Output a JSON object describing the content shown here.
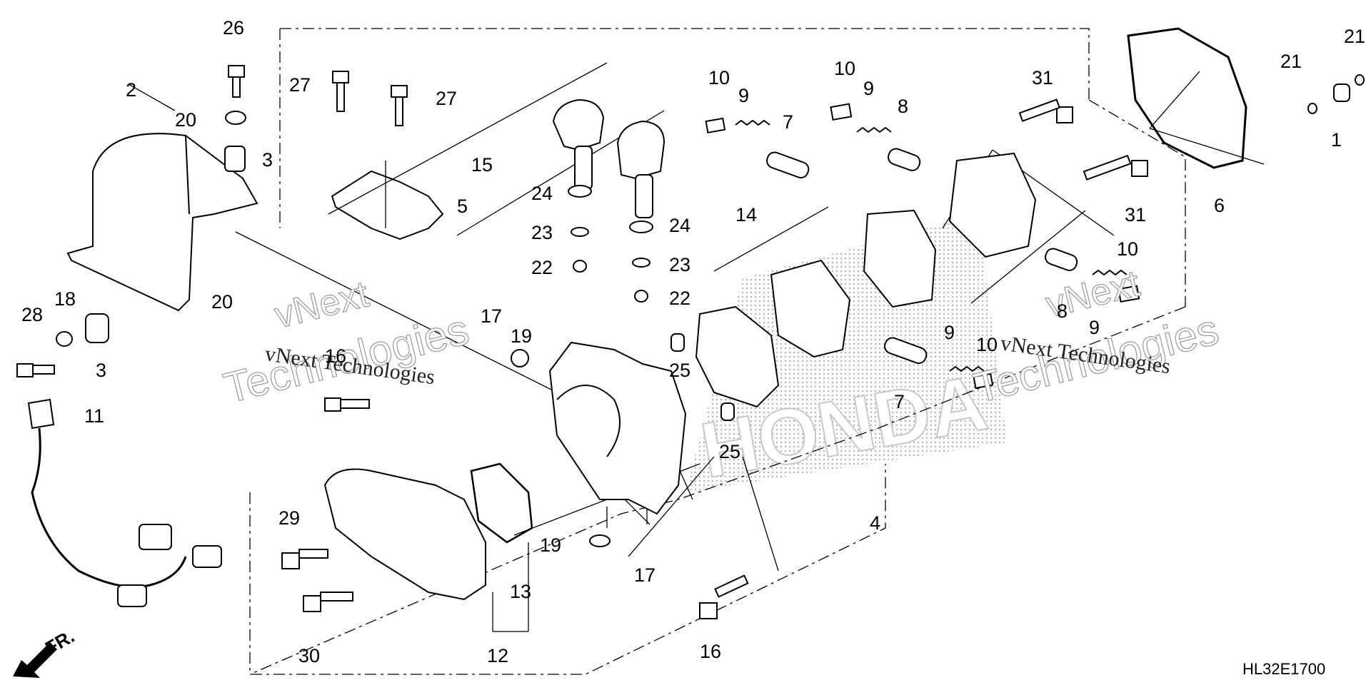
{
  "diagram_code": "HL32E1700",
  "direction_label": "FR.",
  "watermark": {
    "line1": "vNext",
    "line2": "Technologies",
    "inline": "vNext Technologies"
  },
  "brand_mark": "HONDA",
  "callouts": [
    "26",
    "2",
    "20",
    "3",
    "27",
    "27",
    "15",
    "24",
    "23",
    "22",
    "5",
    "14",
    "24",
    "23",
    "22",
    "10",
    "9",
    "7",
    "10",
    "9",
    "8",
    "31",
    "21",
    "21",
    "1",
    "6",
    "31",
    "10",
    "8",
    "9",
    "28",
    "18",
    "3",
    "20",
    "17",
    "19",
    "16",
    "11",
    "25",
    "25",
    "7",
    "9",
    "10",
    "29",
    "19",
    "17",
    "13",
    "30",
    "12",
    "16",
    "4"
  ]
}
